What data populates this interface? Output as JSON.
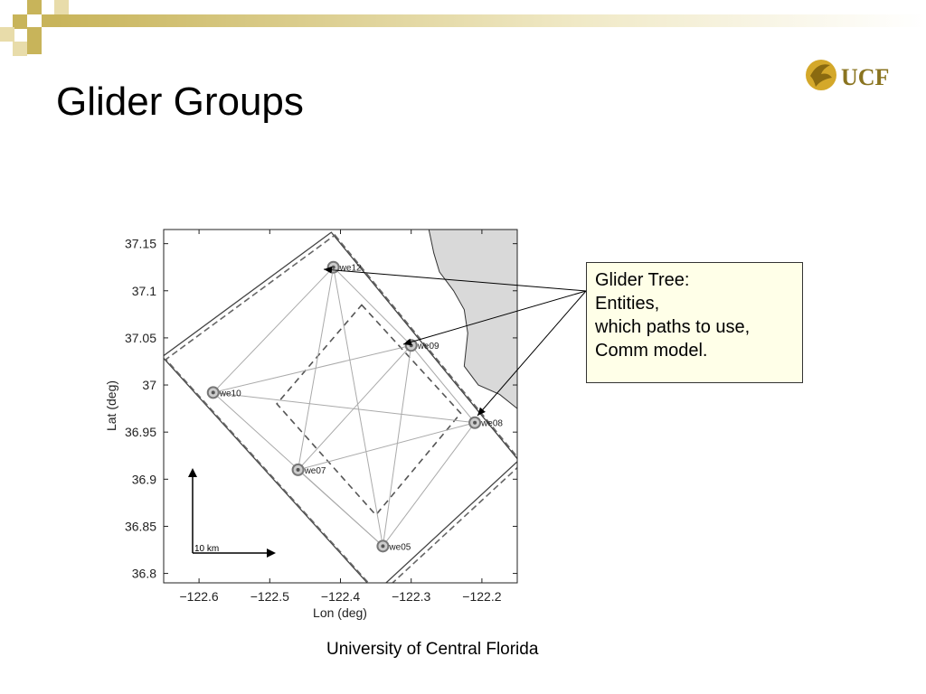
{
  "slide": {
    "title": "Glider Groups",
    "footer": "University of Central Florida",
    "logo_text": "UCF",
    "callout_lines": [
      "Glider Tree:",
      "Entities,",
      "which paths to use,",
      "Comm model."
    ]
  },
  "colors": {
    "accent_gold": "#c8b45a",
    "land": "#d9d9d9",
    "callout_bg": "#ffffe8"
  },
  "chart_data": {
    "type": "scatter",
    "title": "",
    "xlabel": "Lon (deg)",
    "ylabel": "Lat (deg)",
    "xlim": [
      -122.65,
      -122.15
    ],
    "ylim": [
      36.79,
      37.165
    ],
    "xticks": [
      -122.6,
      -122.5,
      -122.4,
      -122.3,
      -122.2
    ],
    "xtick_labels": [
      "−122.6",
      "−122.5",
      "−122.4",
      "−122.3",
      "−122.2"
    ],
    "yticks": [
      36.8,
      36.85,
      36.9,
      36.95,
      37.0,
      37.05,
      37.1,
      37.15
    ],
    "ytick_labels": [
      "36.8",
      "36.85",
      "36.9",
      "36.95",
      "37",
      "37.05",
      "37.1",
      "37.15"
    ],
    "grid": false,
    "gliders": [
      {
        "name": "we12",
        "lon": -122.41,
        "lat": 37.125
      },
      {
        "name": "we09",
        "lon": -122.3,
        "lat": 37.042
      },
      {
        "name": "we10",
        "lon": -122.58,
        "lat": 36.992
      },
      {
        "name": "we08",
        "lon": -122.21,
        "lat": 36.96
      },
      {
        "name": "we07",
        "lon": -122.46,
        "lat": 36.91
      },
      {
        "name": "we05",
        "lon": -122.34,
        "lat": 36.829
      }
    ],
    "links": [
      [
        "we12",
        "we09"
      ],
      [
        "we12",
        "we10"
      ],
      [
        "we12",
        "we07"
      ],
      [
        "we12",
        "we05"
      ],
      [
        "we09",
        "we10"
      ],
      [
        "we09",
        "we07"
      ],
      [
        "we09",
        "we08"
      ],
      [
        "we09",
        "we05"
      ],
      [
        "we10",
        "we08"
      ],
      [
        "we10",
        "we05"
      ],
      [
        "we08",
        "we07"
      ],
      [
        "we08",
        "we05"
      ],
      [
        "we07",
        "we05"
      ]
    ],
    "boundary": [
      [
        -122.413,
        37.162
      ],
      [
        -122.148,
        36.92
      ],
      [
        -122.35,
        36.78
      ],
      [
        -122.652,
        37.03
      ]
    ],
    "inner_track": [
      [
        -122.37,
        37.085
      ],
      [
        -122.23,
        36.97
      ],
      [
        -122.35,
        36.862
      ],
      [
        -122.49,
        36.98
      ]
    ],
    "coastline": [
      [
        -122.275,
        37.165
      ],
      [
        -122.268,
        37.14
      ],
      [
        -122.26,
        37.12
      ],
      [
        -122.24,
        37.1
      ],
      [
        -122.225,
        37.08
      ],
      [
        -122.22,
        37.055
      ],
      [
        -122.225,
        37.02
      ],
      [
        -122.205,
        37.0
      ],
      [
        -122.175,
        36.99
      ],
      [
        -122.15,
        36.975
      ]
    ],
    "scale_bar_label": "10 km"
  }
}
